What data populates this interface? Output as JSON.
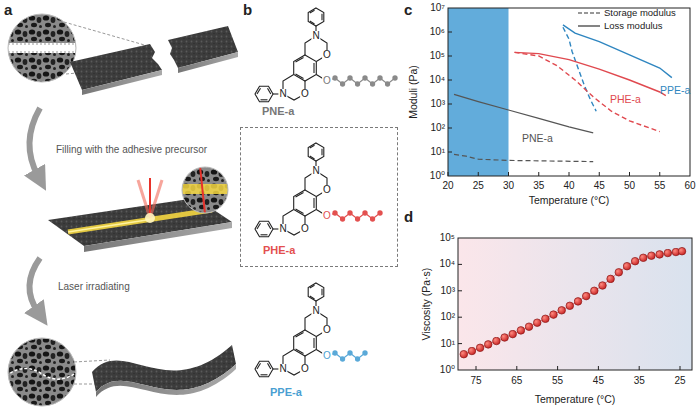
{
  "diagram": {
    "nodes": [
      {
        "text": [
          "PHE-a"
        ]
      }
    ],
    "labels": [
      "a",
      "Filling with the adhesive precursor",
      "Laser irradiating",
      "b",
      "N",
      "O",
      "N",
      "O",
      "O",
      "PNE-a",
      "N",
      "O",
      "N",
      "O",
      "O",
      "N",
      "O",
      "N",
      "O",
      "O",
      "PPE-a",
      "c",
      "PPE-a",
      "PHE-a",
      "PNE-a",
      "10⁰",
      "10¹",
      "10²",
      "10³",
      "10⁴",
      "10⁵",
      "10⁶",
      "10⁷",
      "20",
      "25",
      "30",
      "35",
      "40",
      "45",
      "50",
      "55",
      "60",
      "Moduli (Pa)",
      "Temperature (°C)",
      "d",
      "10⁰",
      "10¹",
      "10²",
      "10³",
      "10⁴",
      "10⁵",
      "75",
      "65",
      "55",
      "45",
      "35",
      "25",
      "Viscosity (Pa·s)",
      "Temperature (°C)"
    ],
    "legend": [
      {
        "text": "Storage modulus"
      },
      {
        "text": "Loss modulus"
      }
    ]
  }
}
